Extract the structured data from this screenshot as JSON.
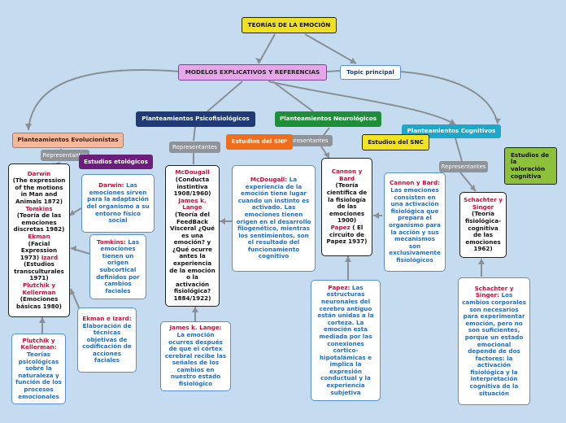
{
  "root": "TEORÍAS DE LA EMOCIÓN",
  "modelos": "MODELOS EXPLICATIVOS Y REFERENCIAS",
  "topic": "Topic principal",
  "psicofisio": "Planteamientos Psicofisiológicos",
  "neuro": "Planteamientos Neurológicos",
  "evol": "Planteamientos Evolucionistas",
  "cogn": "Planteamientos Cognitivos",
  "etol": "Estudios etológicos",
  "snp": "Estudios del SNP",
  "snc": "Estudios del SNC",
  "valor": "Estudios de la valoración cognitiva",
  "rep": "Representantes",
  "darwin_list": {
    "l1": "Darwin",
    "t1": "(The expression of the motions in Man and Animals 1872)",
    "l2": "Tomkins",
    "t2": "(Teoría de las emociones discretas 1982)",
    "l3": "Ekman",
    "t3": "(Facial Expression 1973)",
    "l4": "Izard",
    "t4": "(Estudios transculturales 1971)",
    "l5": "Plutchik y Kellerman",
    "t5": "(Emociones básicas 1980)"
  },
  "darwin_card": {
    "a": "Darwin:",
    "b": "Las emociones sirven para la adaptación del organismo a su entorno físico social"
  },
  "tomkins_card": {
    "a": "Tomkins:",
    "b": "Las emociones tienen un origen subcortical definidos por cambios faciales"
  },
  "ekman_card": {
    "a": "Ekman e Izard:",
    "b": "Elaboración de técnicas objetivas de codificación de acciones faciales"
  },
  "plutchik_card": {
    "a": "Plutchik y Kellerman:",
    "b": "Teorías psicológicas sobre la naturaleza y función de los procesos emocionales"
  },
  "mcd_list": {
    "l1": "McDougall",
    "t1": "(Conducta instintiva 1908/1960)",
    "l2": "James k. Lange",
    "t2": "(Teoría del FeedBack Visceral ¿Qué es una emoción? y ¿Qué ocurre antes la experiencia de la emoción o la activación fisiológica? 1884/1922)"
  },
  "mcd_card": {
    "a": "McDougall:",
    "b": "La experiencia de la emoción tiene lugar cuando un instinto es activado. Las emociones tienen origen en el desarrollo filogenético, mientras los sentimientos, son el resultado del funcionamiento cognitivo"
  },
  "james_card": {
    "a": "James k. Lange:",
    "b": "La emoción ocurres después de que el córtex cerebral recibe las señales de los cambios en nuestro estado fisiológico"
  },
  "cannon_list": {
    "l1": "Cannon y Bard",
    "t1": "(Teoría científica de la fisiología de las emociones 1900)",
    "l2": "Papez",
    "t2": "( El circuito de Papez 1937)"
  },
  "cannon_card": {
    "a": "Cannon y Bard:",
    "b": "Las emociones consisten en una activación fisiológica que prepara el organismo para la acción y sus mecanismos son exclusivamente fisiológicos"
  },
  "papez_card": {
    "a": "Papez:",
    "b": "Las estructuras neuronales del cerebro antiguo están unidas a la corteza. La emoción esta mediada por las conexiones cortico-hipotalámicas e implica la expresión conductual y la experiencia subjetiva"
  },
  "schachter_list": {
    "l1": "Schachter y Singer",
    "t1": "(Teoría fisiológica-cognitiva de las emociones 1962)"
  },
  "schachter_card": {
    "a": "Schachter y Singer:",
    "b": "Los cambios corporales son necesarios para experimentar emoción, pero no son suficientes, porque un estado emocional depende de dos factores: la activación fisiológica y la interpretación cognitiva de la situación"
  }
}
